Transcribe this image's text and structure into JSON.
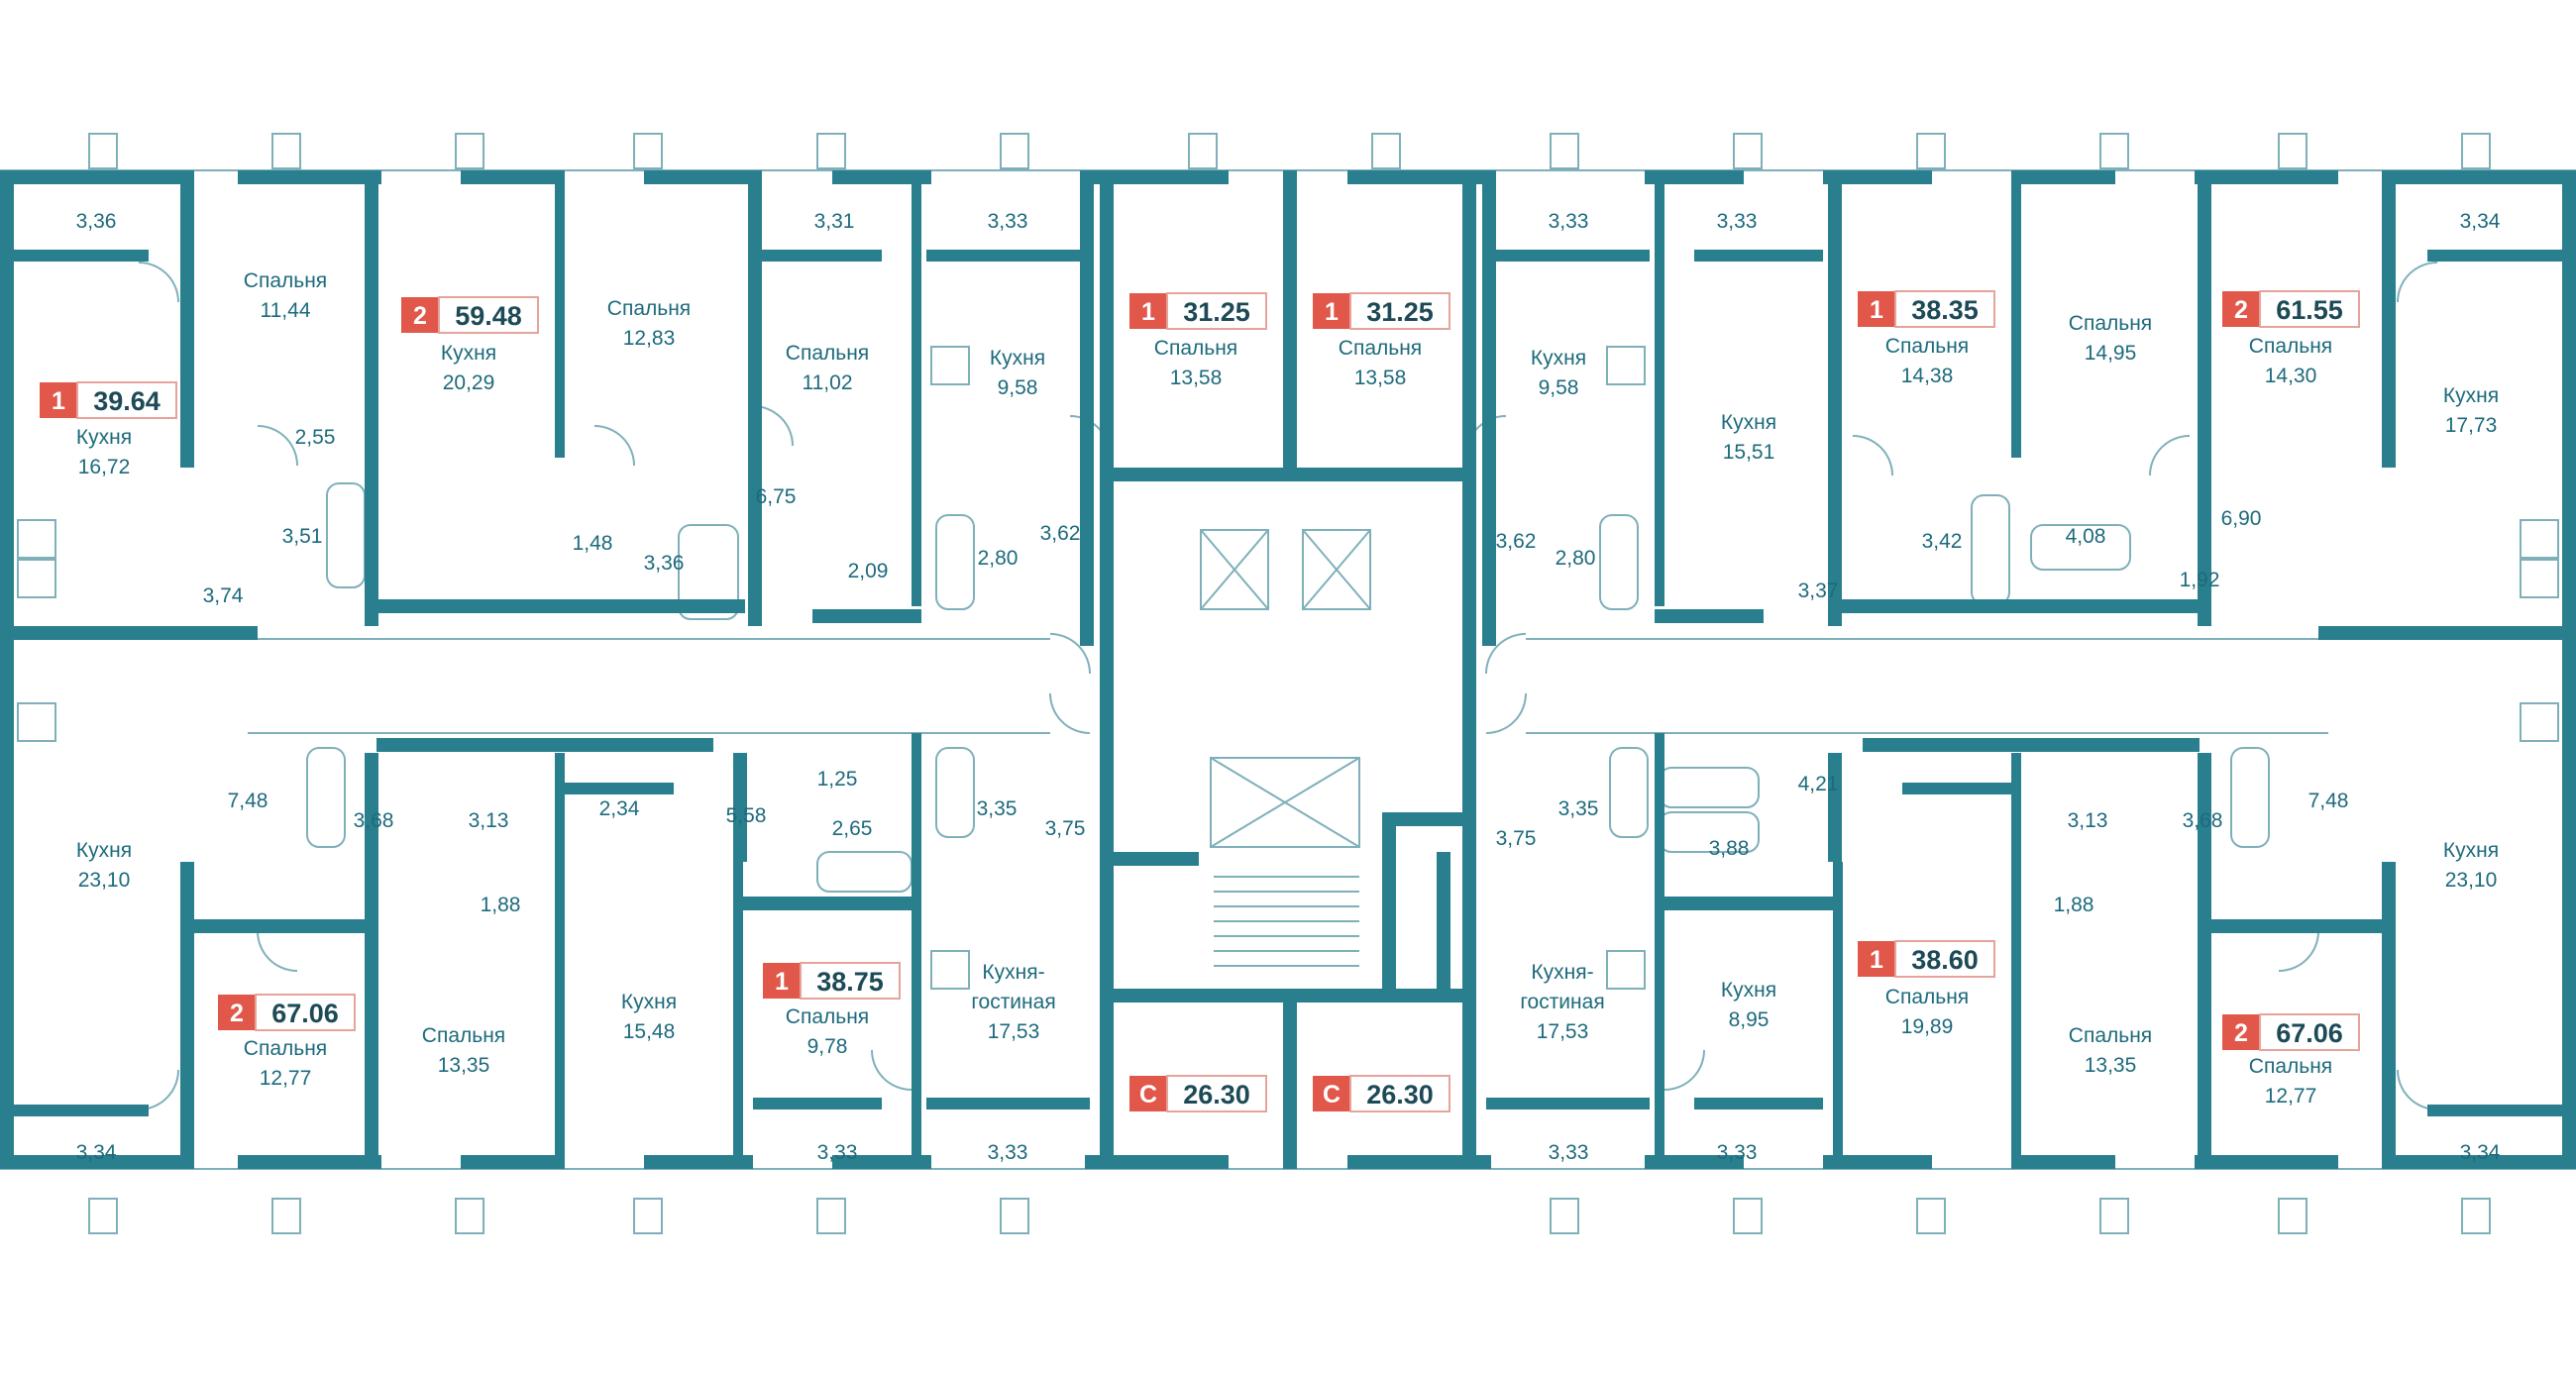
{
  "colors": {
    "wall": "#2a7f8f",
    "line": "#7fb0ba",
    "text": "#1d6a7c",
    "badge": "#e1574a",
    "badge_text": "#ffffff",
    "area_text": "#1d4a57"
  },
  "apartments": [
    {
      "id": "a1",
      "rooms": "1",
      "area": "39.64"
    },
    {
      "id": "a2",
      "rooms": "2",
      "area": "59.48"
    },
    {
      "id": "a3",
      "rooms": "1",
      "area": "31.25"
    },
    {
      "id": "a4",
      "rooms": "1",
      "area": "31.25"
    },
    {
      "id": "a5",
      "rooms": "1",
      "area": "38.35"
    },
    {
      "id": "a6",
      "rooms": "2",
      "area": "61.55"
    },
    {
      "id": "a7",
      "rooms": "2",
      "area": "67.06"
    },
    {
      "id": "a8",
      "rooms": "1",
      "area": "38.75"
    },
    {
      "id": "a9",
      "rooms": "С",
      "area": "26.30"
    },
    {
      "id": "a10",
      "rooms": "С",
      "area": "26.30"
    },
    {
      "id": "a11",
      "rooms": "1",
      "area": "38.60"
    },
    {
      "id": "a12",
      "rooms": "2",
      "area": "67.06"
    }
  ],
  "rooms": [
    {
      "name": "Кухня",
      "area": "16,72"
    },
    {
      "name": "Спальня",
      "area": "11,44"
    },
    {
      "name": "Кухня",
      "area": "20,29"
    },
    {
      "name": "Спальня",
      "area": "12,83"
    },
    {
      "name": "Спальня",
      "area": "11,02"
    },
    {
      "name": "Кухня",
      "area": "9,58"
    },
    {
      "name": "Спальня",
      "area": "13,58"
    },
    {
      "name": "Спальня",
      "area": "13,58"
    },
    {
      "name": "Кухня",
      "area": "9,58"
    },
    {
      "name": "Кухня",
      "area": "15,51"
    },
    {
      "name": "Спальня",
      "area": "14,38"
    },
    {
      "name": "Спальня",
      "area": "14,95"
    },
    {
      "name": "Спальня",
      "area": "14,30"
    },
    {
      "name": "Кухня",
      "area": "17,73"
    },
    {
      "name": "Кухня",
      "area": "23,10"
    },
    {
      "name": "Спальня",
      "area": "12,77"
    },
    {
      "name": "Спальня",
      "area": "13,35"
    },
    {
      "name": "Кухня",
      "area": "15,48"
    },
    {
      "name": "Спальня",
      "area": "9,78"
    },
    {
      "name": "Кухня-",
      "area": ""
    },
    {
      "name": "гостиная",
      "area": "17,53"
    },
    {
      "name": "Кухня-",
      "area": ""
    },
    {
      "name": "гостиная",
      "area": "17,53"
    },
    {
      "name": "Кухня",
      "area": "8,95"
    },
    {
      "name": "Спальня",
      "area": "19,89"
    },
    {
      "name": "Спальня",
      "area": "13,35"
    },
    {
      "name": "Кухня",
      "area": "23,10"
    },
    {
      "name": "Спальня",
      "area": "12,77"
    }
  ],
  "areas": [
    "3,36",
    "3,31",
    "3,33",
    "3,33",
    "3,33",
    "3,34",
    "2,55",
    "3,51",
    "3,74",
    "1,48",
    "3,36",
    "6,75",
    "2,09",
    "3,62",
    "2,80",
    "3,62",
    "2,80",
    "3,37",
    "3,42",
    "4,08",
    "6,90",
    "1,92",
    "7,48",
    "3,68",
    "3,13",
    "2,34",
    "5,58",
    "1,25",
    "2,65",
    "3,35",
    "3,75",
    "3,35",
    "3,75",
    "3,88",
    "4,21",
    "3,13",
    "3,68",
    "7,48",
    "1,88",
    "1,88",
    "3,34",
    "3,33",
    "3,33",
    "3,33",
    "3,33",
    "3,34"
  ]
}
